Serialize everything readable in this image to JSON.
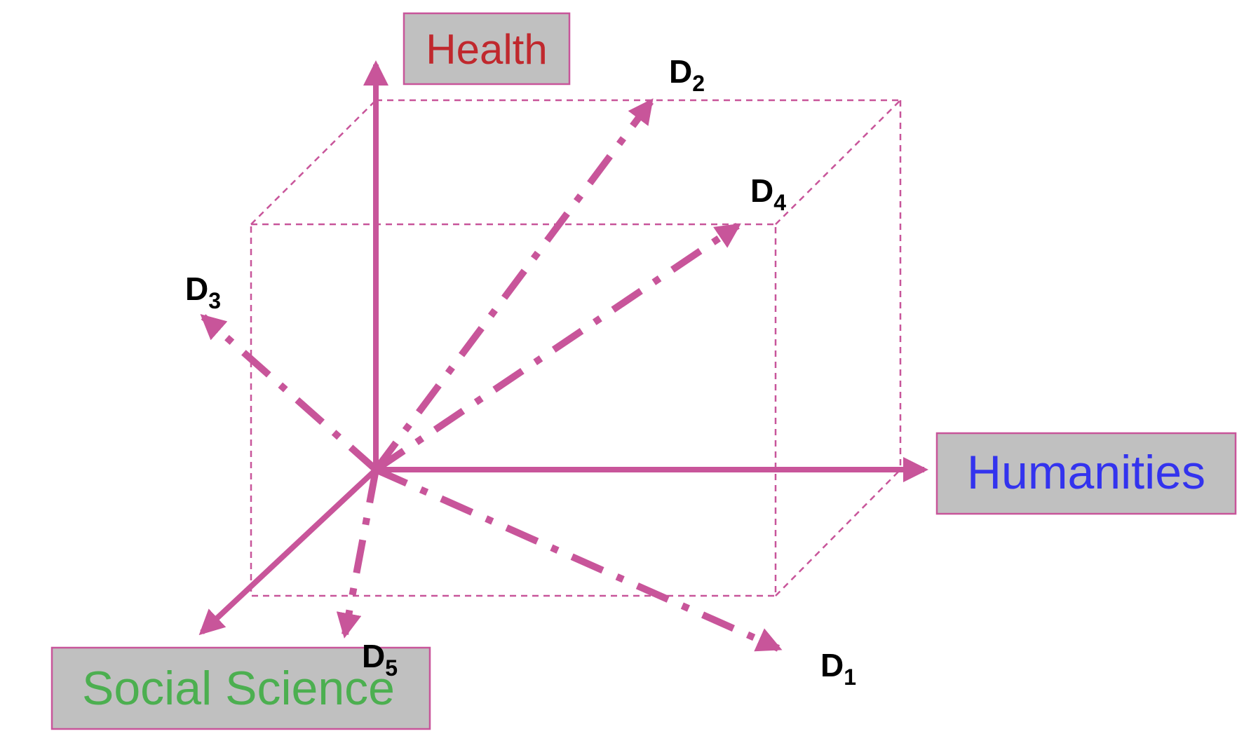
{
  "axes": {
    "health": {
      "label": "Health",
      "color": "#c0282d"
    },
    "humanities": {
      "label": "Humanities",
      "color": "#3333ee"
    },
    "social_science": {
      "label": "Social Science",
      "color": "#4caf50"
    }
  },
  "documents": [
    {
      "id": "D1",
      "letter": "D",
      "sub": "1"
    },
    {
      "id": "D2",
      "letter": "D",
      "sub": "2"
    },
    {
      "id": "D3",
      "letter": "D",
      "sub": "3"
    },
    {
      "id": "D4",
      "letter": "D",
      "sub": "4"
    },
    {
      "id": "D5",
      "letter": "D",
      "sub": "5"
    }
  ],
  "colors": {
    "vector": "#c8559a",
    "box_fill": "#c0c0c0",
    "text": "#000000"
  }
}
